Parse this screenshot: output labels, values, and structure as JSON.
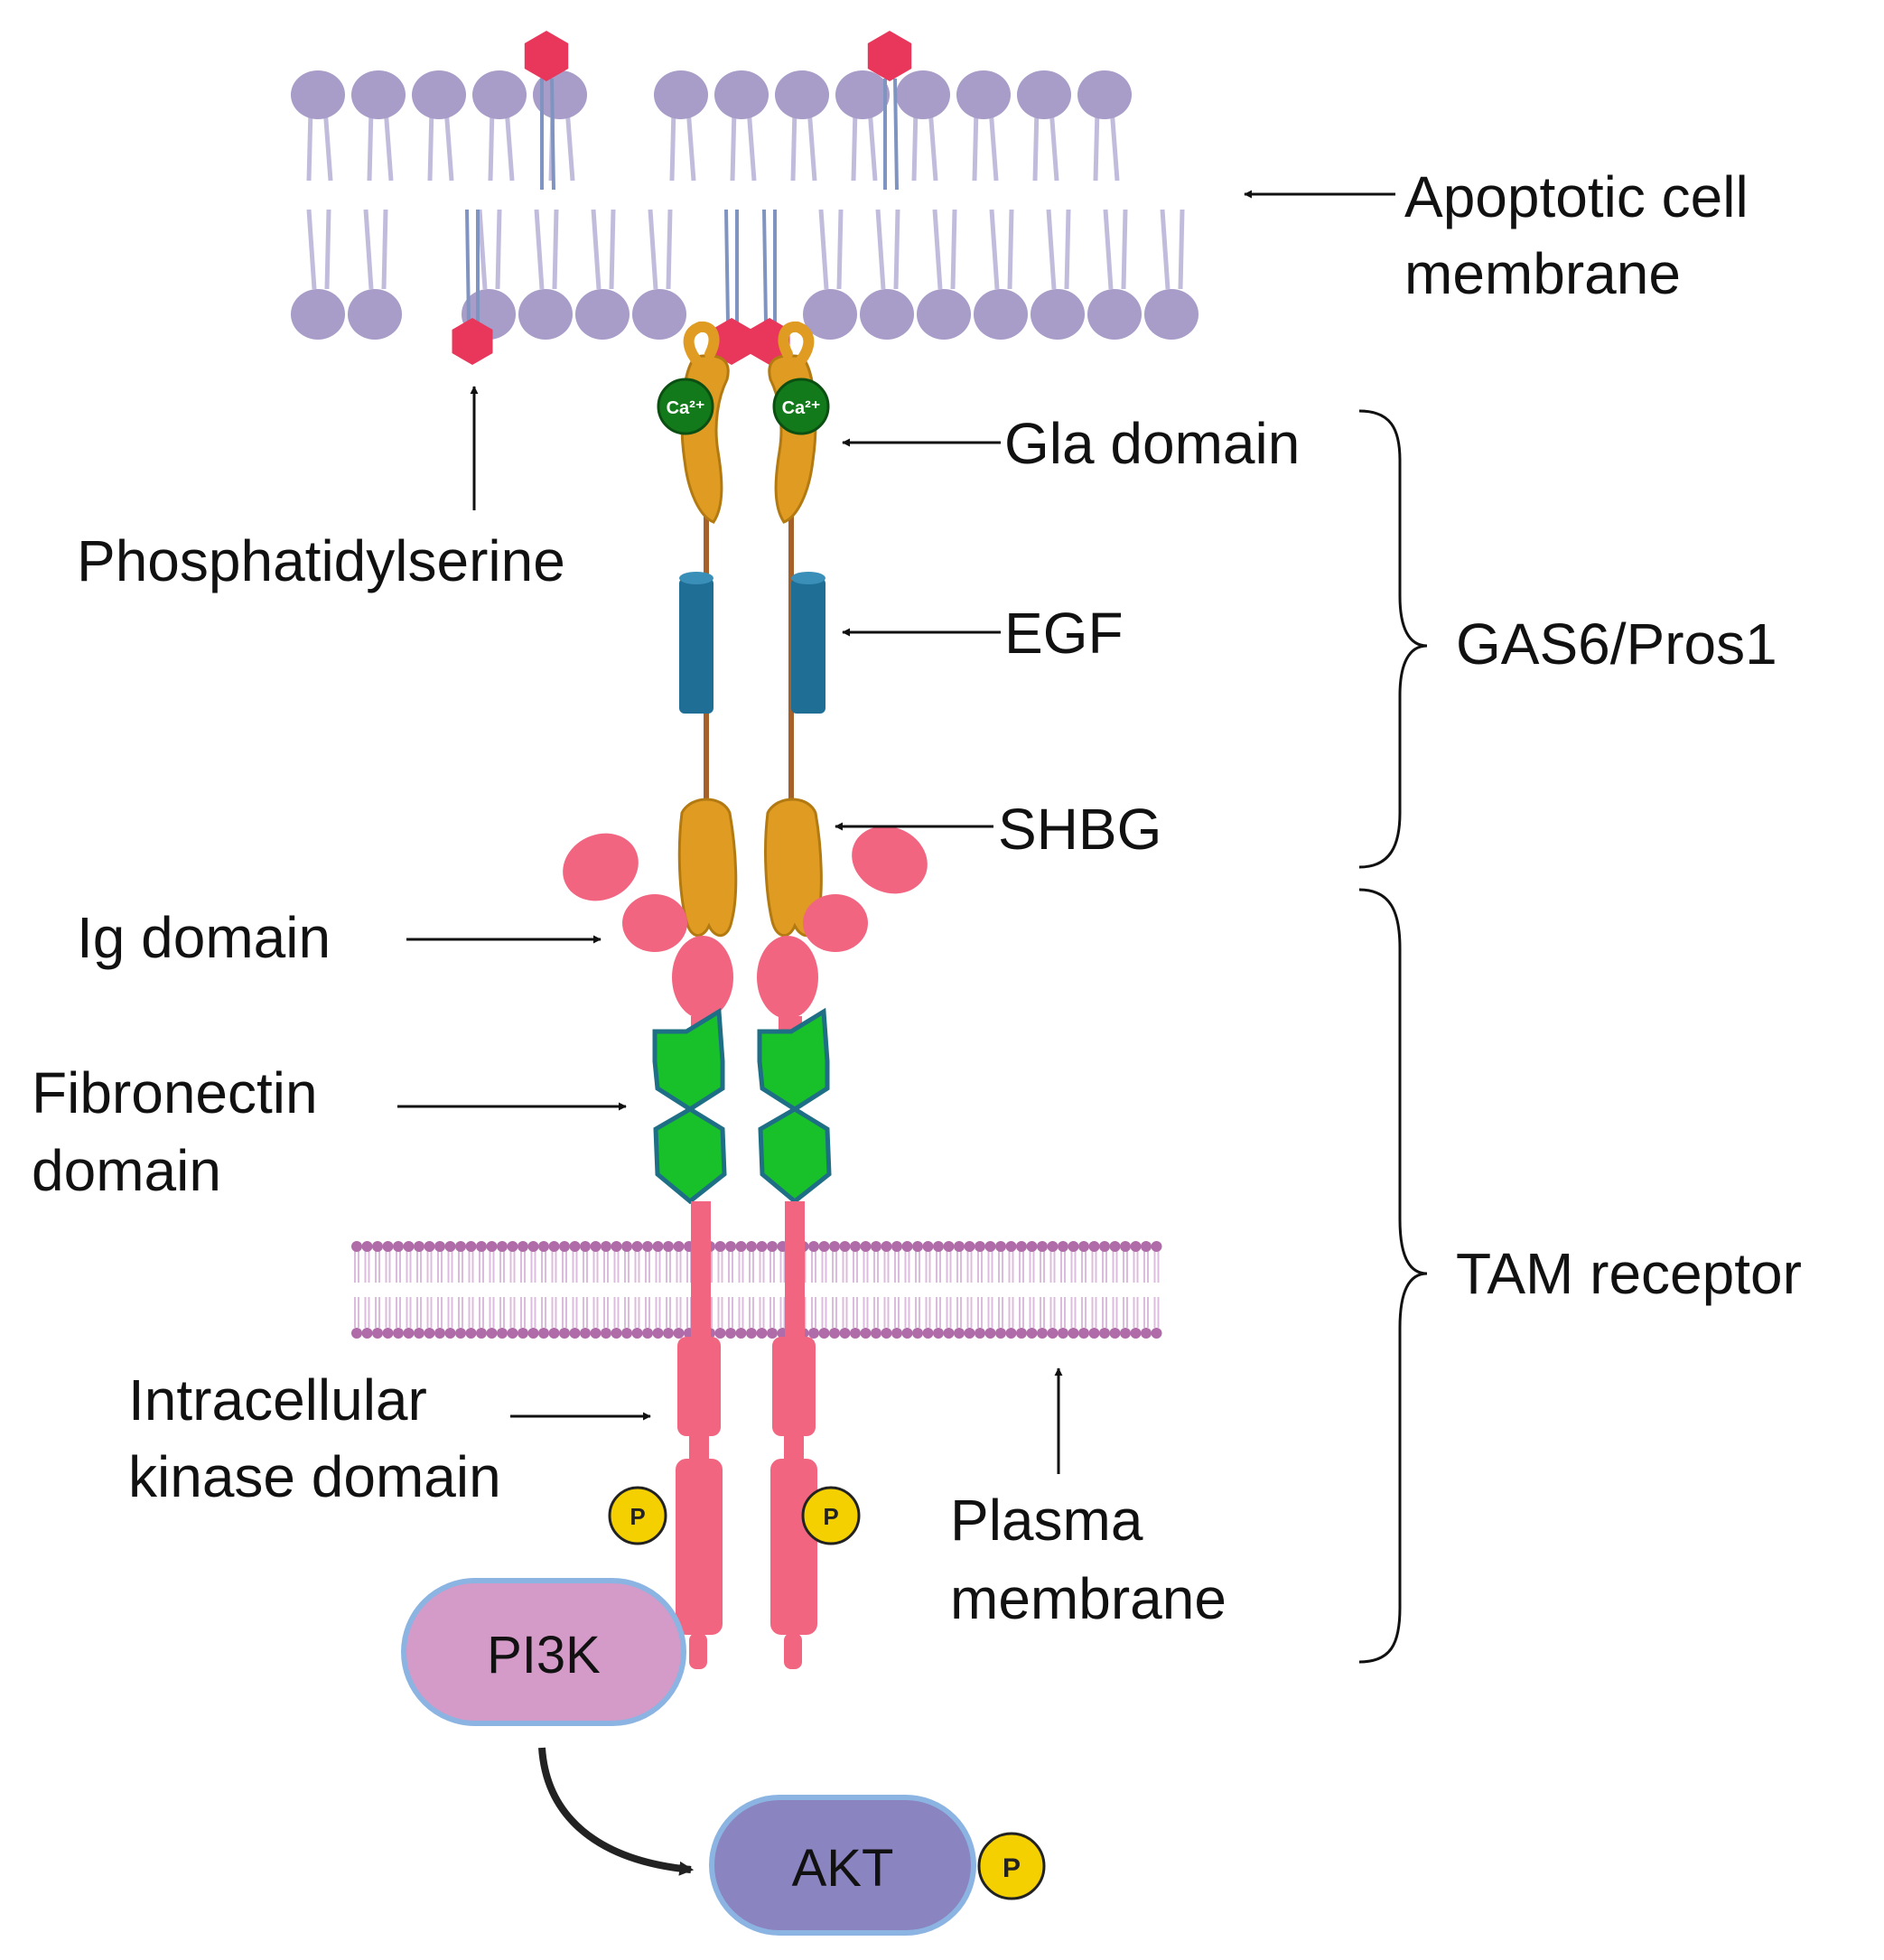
{
  "labels": {
    "apoptotic_line1": "Apoptotic cell",
    "apoptotic_line2": "membrane",
    "phosphatidylserine": "Phosphatidylserine",
    "gla_domain": "Gla domain",
    "egf": "EGF",
    "shbg": "SHBG",
    "gas6_pros1": "GAS6/Pros1",
    "ig_domain": "Ig domain",
    "fibronectin_line1": "Fibronectin",
    "fibronectin_line2": "domain",
    "tam_receptor": "TAM receptor",
    "intracellular_line1": "Intracellular",
    "intracellular_line2": "kinase domain",
    "plasma_line1": "Plasma",
    "plasma_line2": "membrane",
    "pi3k": "PI3K",
    "akt": "AKT",
    "calcium": "Ca²⁺",
    "phospho": "P"
  },
  "colors": {
    "membrane_head": "#a89cc8",
    "membrane_tail": "#c2bcdc",
    "ps_head": "#e8375a",
    "ps_tail": "#7f94c0",
    "gla_domain": "#e09b22",
    "egf": "#1f6e96",
    "stalk": "#a6602a",
    "calcium": "#137a1c",
    "receptor": "#f26580",
    "fibronectin": "#18c12a",
    "fibronectin_edge": "#1e6f86",
    "plasma_head": "#b06ca8",
    "plasma_tail": "#dcbcdc",
    "phospho": "#f5d000",
    "pi3k": "#d49ac8",
    "akt": "#8a84c0",
    "protein_edge": "#8cb4e2"
  }
}
